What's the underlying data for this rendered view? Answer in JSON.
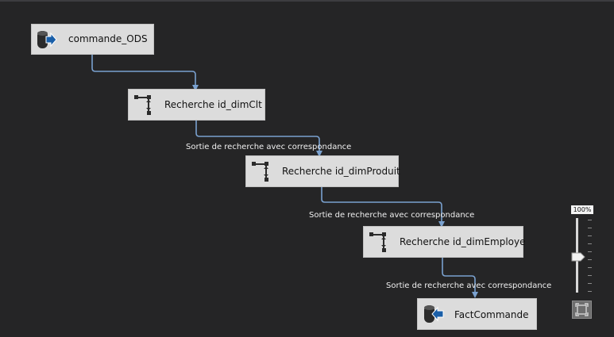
{
  "flow": {
    "source": {
      "label": "commande_ODS",
      "icon": "source-db-icon"
    },
    "lookup_clt": {
      "label": "Recherche id_dimClt",
      "icon": "lookup-icon"
    },
    "lookup_produit": {
      "label": "Recherche id_dimProduit",
      "icon": "lookup-icon"
    },
    "lookup_employe": {
      "label": "Recherche id_dimEmploye",
      "icon": "lookup-icon"
    },
    "destination": {
      "label": "FactCommande",
      "icon": "destination-db-icon"
    },
    "edge_labels": [
      "Sortie de recherche avec correspondance",
      "Sortie de recherche avec correspondance",
      "Sortie de recherche avec correspondance"
    ]
  },
  "zoom": {
    "label": "100%",
    "level_percent": 100
  },
  "colors": {
    "canvas": "#252526",
    "node_fill": "#dcdcdc",
    "connector": "#7aa1cf",
    "icon_blue": "#1a5fa8"
  }
}
